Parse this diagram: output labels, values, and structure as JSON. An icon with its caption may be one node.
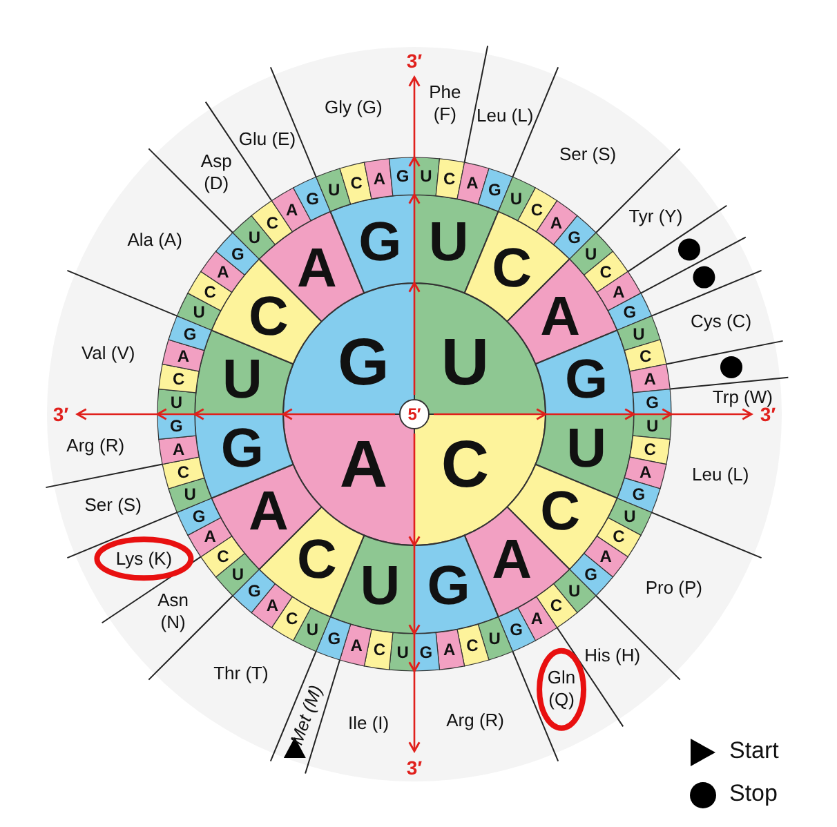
{
  "diagram": {
    "nodes": [
      {
        "text": [
          "U"
        ]
      },
      {
        "text": [
          "C"
        ]
      },
      {
        "text": [
          "A"
        ]
      },
      {
        "text": [
          "G"
        ]
      },
      {
        "text": [
          "U"
        ]
      },
      {
        "text": [
          "C"
        ]
      },
      {
        "text": [
          "A"
        ]
      },
      {
        "text": [
          "G"
        ]
      },
      {
        "text": [
          "U"
        ]
      },
      {
        "text": [
          "C"
        ]
      },
      {
        "text": [
          "A"
        ]
      },
      {
        "text": [
          "G"
        ]
      },
      {
        "text": [
          "U"
        ]
      },
      {
        "text": [
          "C"
        ]
      },
      {
        "text": [
          "A"
        ]
      },
      {
        "text": [
          "G"
        ]
      },
      {
        "text": [
          "U"
        ]
      },
      {
        "text": [
          "C"
        ]
      },
      {
        "text": [
          "A"
        ]
      },
      {
        "text": [
          "G"
        ]
      },
      {
        "text": [
          "U"
        ]
      },
      {
        "text": [
          "C"
        ]
      },
      {
        "text": [
          "A"
        ]
      },
      {
        "text": [
          "G"
        ]
      },
      {
        "text": [
          "U"
        ]
      },
      {
        "text": [
          "C"
        ]
      },
      {
        "text": [
          "A"
        ]
      },
      {
        "text": [
          "G"
        ]
      },
      {
        "text": [
          "U"
        ]
      },
      {
        "text": [
          "C"
        ]
      },
      {
        "text": [
          "A"
        ]
      },
      {
        "text": [
          "G"
        ]
      },
      {
        "text": [
          "U"
        ]
      },
      {
        "text": [
          "C"
        ]
      },
      {
        "text": [
          "A"
        ]
      },
      {
        "text": [
          "G"
        ]
      },
      {
        "text": [
          "U"
        ]
      },
      {
        "text": [
          "C"
        ]
      },
      {
        "text": [
          "A"
        ]
      },
      {
        "text": [
          "G"
        ]
      },
      {
        "text": [
          "U"
        ]
      },
      {
        "text": [
          "C"
        ]
      },
      {
        "text": [
          "A"
        ]
      },
      {
        "text": [
          "G"
        ]
      },
      {
        "text": [
          "U"
        ]
      },
      {
        "text": [
          "C"
        ]
      },
      {
        "text": [
          "A"
        ]
      },
      {
        "text": [
          "G"
        ]
      },
      {
        "text": [
          "U"
        ]
      },
      {
        "text": [
          "C"
        ]
      },
      {
        "text": [
          "A"
        ]
      },
      {
        "text": [
          "G"
        ]
      },
      {
        "text": [
          "U"
        ]
      },
      {
        "text": [
          "C"
        ]
      },
      {
        "text": [
          "A"
        ]
      },
      {
        "text": [
          "G"
        ]
      },
      {
        "text": [
          "U"
        ]
      },
      {
        "text": [
          "C"
        ]
      },
      {
        "text": [
          "A"
        ]
      },
      {
        "text": [
          "G"
        ]
      },
      {
        "text": [
          "U"
        ]
      },
      {
        "text": [
          "C"
        ]
      },
      {
        "text": [
          "A"
        ]
      },
      {
        "text": [
          "G"
        ]
      },
      {
        "text": [
          "U"
        ]
      },
      {
        "text": [
          "C"
        ]
      },
      {
        "text": [
          "A"
        ]
      },
      {
        "text": [
          "G"
        ]
      },
      {
        "text": [
          "U"
        ]
      },
      {
        "text": [
          "C"
        ]
      },
      {
        "text": [
          "A"
        ]
      },
      {
        "text": [
          "G"
        ]
      },
      {
        "text": [
          "U"
        ]
      },
      {
        "text": [
          "C"
        ]
      },
      {
        "text": [
          "A"
        ]
      },
      {
        "text": [
          "G"
        ]
      },
      {
        "text": [
          "U"
        ]
      },
      {
        "text": [
          "C"
        ]
      },
      {
        "text": [
          "A"
        ]
      },
      {
        "text": [
          "G"
        ]
      },
      {
        "text": [
          "U"
        ]
      },
      {
        "text": [
          "C"
        ]
      },
      {
        "text": [
          "A"
        ]
      },
      {
        "text": [
          "G"
        ]
      }
    ],
    "labels": [
      "Phe (F)",
      "Leu (L)",
      "Ser (S)",
      "Tyr (Y)",
      "Cys (C)",
      "Trp (W)",
      "Leu (L)",
      "Pro (P)",
      "His (H)",
      "Gln (Q)",
      "Arg (R)",
      "Ile (I)",
      "Met (M)",
      "Thr (T)",
      "Asn (N)",
      "Lys (K)",
      "Ser (S)",
      "Arg (R)",
      "Val (V)",
      "Ala (A)",
      "Asp (D)",
      "Glu (E)",
      "Gly (G)",
      "3′",
      "3′",
      "3′",
      "3′",
      "5′"
    ],
    "legend": [
      {
        "text": "Start"
      },
      {
        "text": "Stop"
      }
    ]
  }
}
